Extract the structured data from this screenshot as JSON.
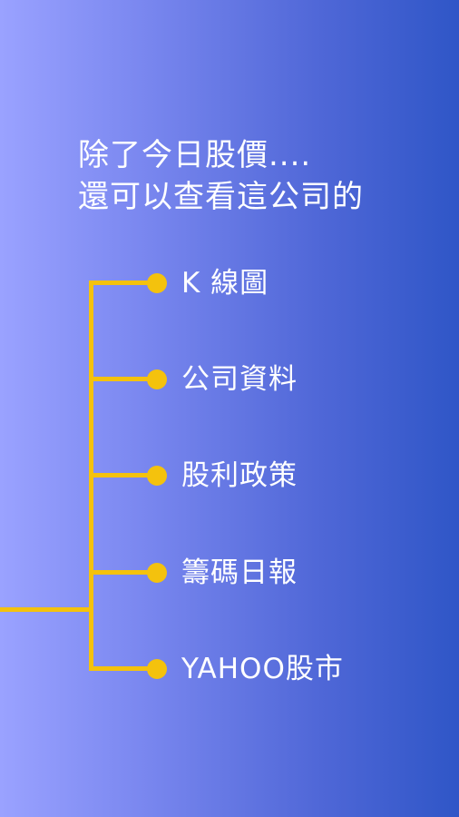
{
  "headline": {
    "line1": "除了今日股價....",
    "line2": "還可以查看這公司的"
  },
  "menu": {
    "items": [
      {
        "label": "K 線圖"
      },
      {
        "label": "公司資料"
      },
      {
        "label": "股利政策"
      },
      {
        "label": "籌碼日報"
      },
      {
        "label": "YAHOO股市"
      }
    ]
  },
  "colors": {
    "connector": "#f4c20d",
    "text": "#ffffff",
    "background_left": "#9aa2ff",
    "background_right": "#2f56c7"
  }
}
